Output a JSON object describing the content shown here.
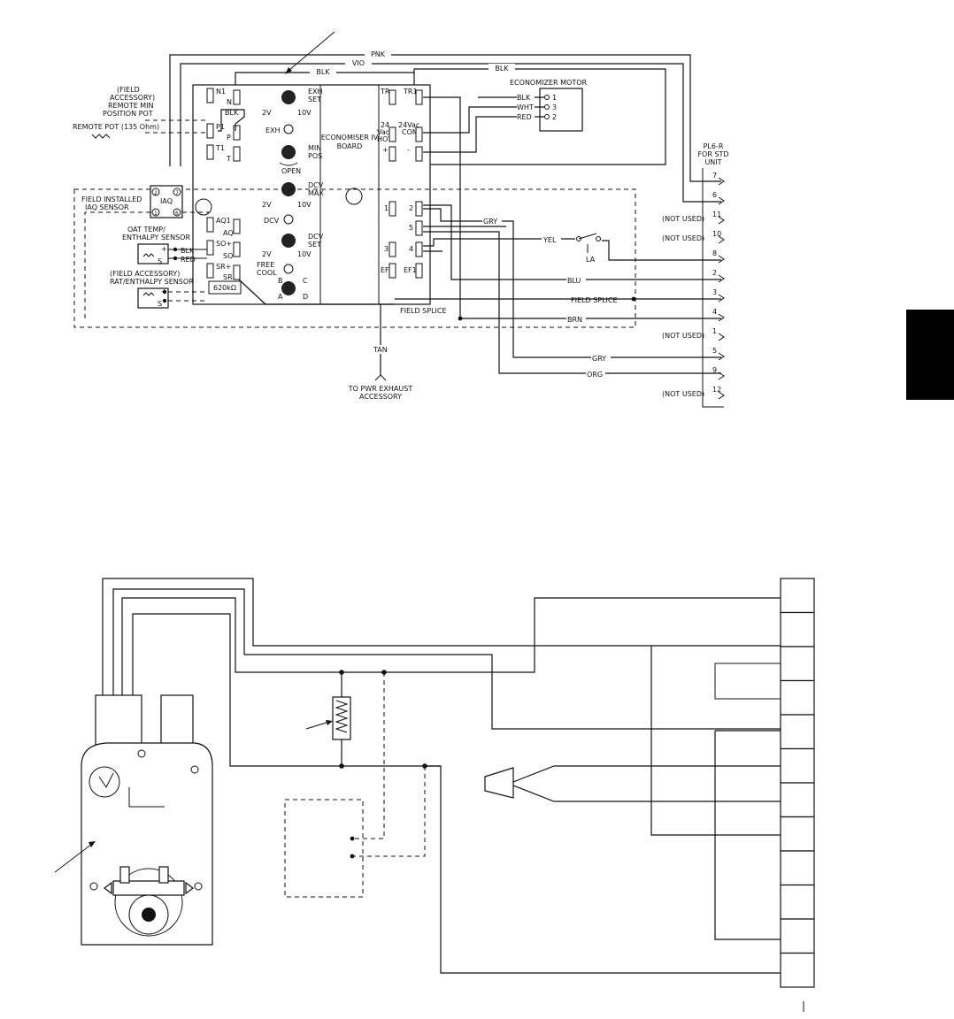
{
  "top_diagram": {
    "wires": {
      "pnk": "PNK",
      "vio": "VIO",
      "blk_a": "BLK",
      "blk_b": "BLK",
      "blk_pot": "BLK",
      "gry_a": "GRY",
      "gry_b": "GRY",
      "yel": "YEL",
      "blu": "BLU",
      "brn": "BRN",
      "tan": "TAN",
      "org": "ORG",
      "mot_blk": "BLK",
      "mot_wht": "WHT",
      "mot_red": "RED",
      "sens1_blk": "BLK",
      "sens1_red": "RED"
    },
    "remote_pot": {
      "line1": "(FIELD",
      "line2": "ACCESSORY)",
      "line3": "REMOTE MIN",
      "line4": "POSITION POT",
      "line5": "REMOTE POT (135 Ohm)"
    },
    "iaq": {
      "title": "IAQ",
      "label1": "FIELD INSTALLED",
      "label2": "IAQ SENSOR",
      "t2": "2",
      "t7": "7",
      "t1": "1",
      "t6": "6"
    },
    "oat_sensor": {
      "line1": "OAT TEMP/",
      "line2": "ENTHALPY SENSOR",
      "plus": "+",
      "s": "S"
    },
    "rat_sensor": {
      "line1": "(FIELD ACCESSORY)",
      "line2": "RAT/ENTHALPY SENSOR",
      "plus": "+",
      "s": "S"
    },
    "board": {
      "title1": "ECONOMISER IV",
      "title2": "BOARD",
      "n1": "N1",
      "n": "N",
      "p1": "P1",
      "p": "P",
      "t1": "T1",
      "t": "T",
      "aq1": "AQ1",
      "aq": "AQ",
      "so_plus": "SO+",
      "so": "SO",
      "sr_plus": "SR+",
      "sr": "SR",
      "resistor": "620kΩ",
      "exh_set_1": "EXH",
      "exh_set_2": "SET",
      "v2_a": "2V",
      "v10_a": "10V",
      "exh": "EXH",
      "min_pos_1": "MIN",
      "min_pos_2": "POS",
      "open": "OPEN",
      "dcv_max_1": "DCV",
      "dcv_max_2": "MAX",
      "v2_b": "2V",
      "v10_b": "10V",
      "dcv": "DCV",
      "dcv_set_1": "DCV",
      "dcv_set_2": "SET",
      "v2_c": "2V",
      "v10_c": "10V",
      "free_cool_1": "FREE",
      "free_cool_2": "COOL",
      "b": "B",
      "c": "C",
      "a": "A",
      "d": "D",
      "tr": "TR",
      "tr1": "TR1",
      "v24_1": "24",
      "v24_2": "Vac",
      "v24_3": "HOT",
      "v24com_1": "24Vac",
      "v24com_2": "COM",
      "plus": "+",
      "minus": "-",
      "t_1": "1",
      "t_2": "2",
      "t_3": "3",
      "t_4": "4",
      "t_5": "5",
      "ef": "EF",
      "ef1": "EF1"
    },
    "motor": {
      "title": "ECONOMIZER MOTOR",
      "p1": "1",
      "p3": "3",
      "p2": "2"
    },
    "plug": {
      "line1": "PL6-R",
      "line2": "FOR STD",
      "line3": "UNIT",
      "pins": [
        "7",
        "6",
        "11",
        "10",
        "8",
        "2",
        "3",
        "4",
        "1",
        "5",
        "9",
        "12"
      ],
      "not_used": "(NOT USED)"
    },
    "la": "LA",
    "field_splice_1": "FIELD SPLICE",
    "field_splice_2": "FIELD SPLICE",
    "pwr_exhaust_1": "TO PWR EXHAUST",
    "pwr_exhaust_2": "ACCESSORY"
  },
  "bottom_diagram": {}
}
